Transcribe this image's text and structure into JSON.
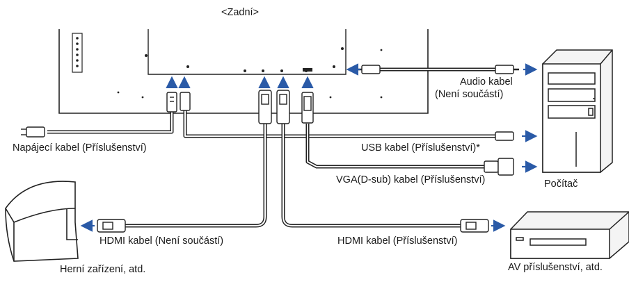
{
  "header": {
    "view_label": "<Zadní>"
  },
  "cables": {
    "audio": "Audio kabel",
    "audio_note": "(Není součástí)",
    "power": "Napájecí kabel (Příslušenství)",
    "usb": "USB kabel (Příslušenství)*",
    "vga": "VGA(D-sub) kabel (Příslušenství)",
    "hdmi_game": "HDMI kabel (Není součástí)",
    "hdmi_av": "HDMI kabel (Příslušenství)"
  },
  "devices": {
    "computer": "Počítač",
    "game": "Herní zařízení, atd.",
    "av": "AV příslušenství, atd."
  },
  "colors": {
    "arrow": "#2a5aa7",
    "line": "#222222",
    "cable_fill": "#ffffff"
  }
}
